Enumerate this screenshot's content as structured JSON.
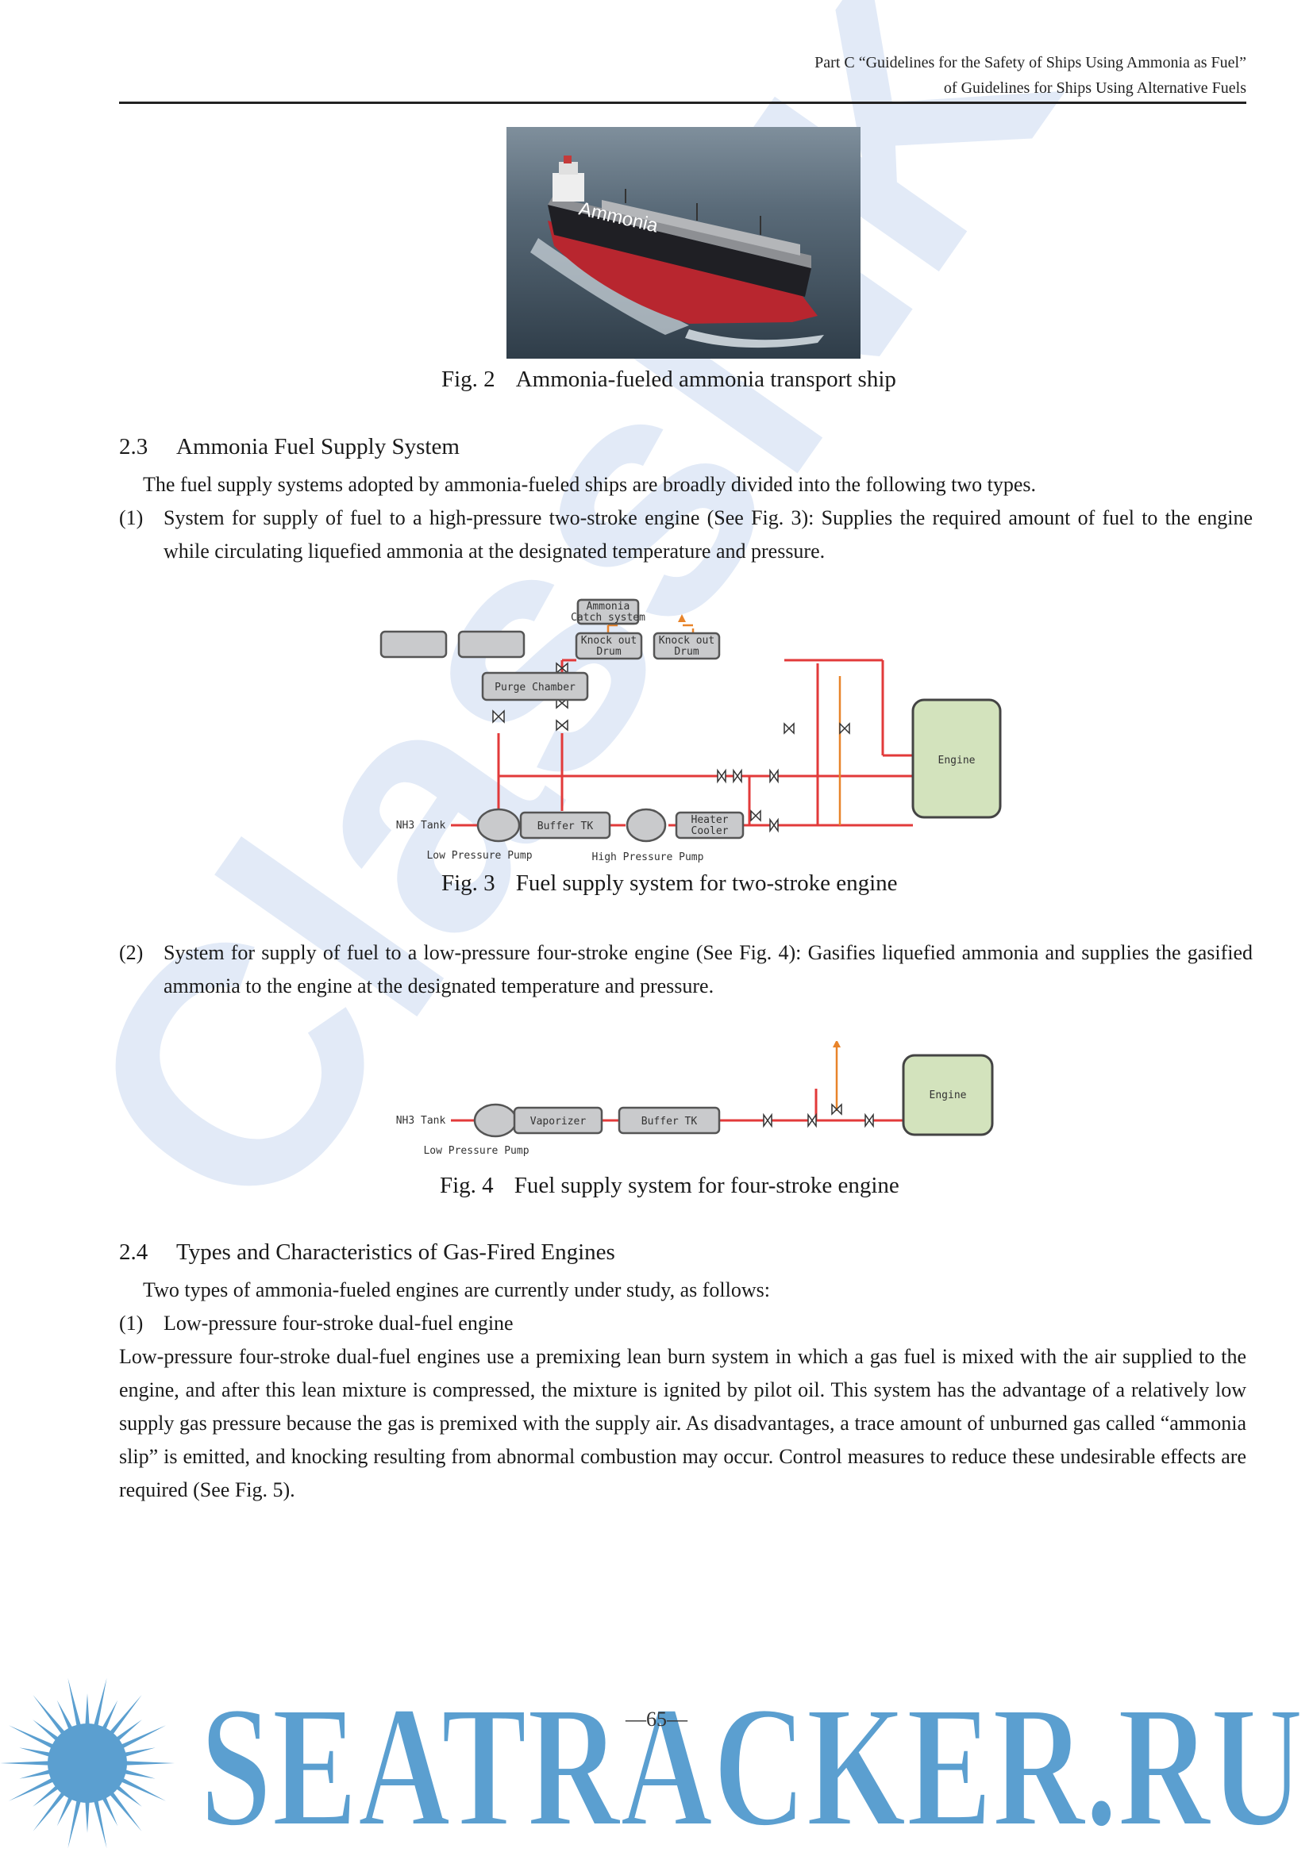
{
  "header": {
    "line1": "Part C “Guidelines for the Safety of Ships Using Ammonia as Fuel”",
    "line2": "of Guidelines for Ships Using Alternative Fuels"
  },
  "fig2": {
    "hull_text": "Ammonia",
    "number": "Fig. 2",
    "title": "Ammonia-fueled ammonia transport ship"
  },
  "section_2_3": {
    "number": "2.3",
    "title": "Ammonia Fuel Supply System",
    "intro": "The fuel supply systems adopted by ammonia-fueled ships are broadly divided into the following two types.",
    "item1_num": "(1)",
    "item1_text": "System for supply of fuel to a high-pressure two-stroke engine (See Fig. 3): Supplies the required amount of fuel to the engine while circulating liquefied ammonia at the designated temperature and pressure.",
    "item2_num": "(2)",
    "item2_text": "System for supply of fuel to a low-pressure four-stroke engine (See Fig. 4): Gasifies liquefied ammonia and supplies the gasified ammonia to the engine at the designated temperature and pressure."
  },
  "fig3": {
    "number": "Fig. 3",
    "title": "Fuel supply system for two-stroke engine",
    "labels": {
      "catch_line1": "Ammonia",
      "catch_line2": "Catch system",
      "knock1_line1": "Knock out",
      "knock1_line2": "Drum",
      "knock2_line1": "Knock out",
      "knock2_line2": "Drum",
      "purge": "Purge Chamber",
      "tank": "NH3 Tank",
      "buffer": "Buffer TK",
      "heater_line1": "Heater",
      "heater_line2": "Cooler",
      "engine": "Engine",
      "lp_pump": "Low Pressure Pump",
      "hp_pump": "High Pressure Pump"
    }
  },
  "fig4": {
    "number": "Fig. 4",
    "title": "Fuel supply system for four-stroke engine",
    "labels": {
      "tank": "NH3 Tank",
      "vaporizer": "Vaporizer",
      "buffer": "Buffer TK",
      "engine": "Engine",
      "lp_pump": "Low Pressure Pump"
    }
  },
  "section_2_4": {
    "number": "2.4",
    "title": "Types and Characteristics of Gas-Fired Engines",
    "intro": "Two types of ammonia-fueled engines are currently under study, as follows:",
    "item1_num": "(1)",
    "item1_title": "Low-pressure four-stroke dual-fuel engine",
    "body": "Low-pressure four-stroke dual-fuel engines use a premixing lean burn system in which a gas fuel is mixed with the air supplied to the engine, and after this lean mixture is compressed, the mixture is ignited by pilot oil. This system has the advantage of a relatively low supply gas pressure because the gas is premixed with the supply air. As disadvantages, a trace amount of unburned gas called “ammonia slip” is emitted, and knocking resulting from abnormal combustion may occur. Control measures to reduce these undesirable effects are required (See Fig. 5)."
  },
  "footer": {
    "page_number": "—65—",
    "logo_text": "SEATRACKER.RU",
    "watermark_text": "ClassNK"
  },
  "colors": {
    "pipe_red": "#e23a3a",
    "vent_orange": "#e8842a",
    "box_gray": "#c9cacc",
    "engine_green": "#d3e3bd",
    "watermark": "#dde7f6",
    "logo_blue": "#5b9fd0"
  }
}
